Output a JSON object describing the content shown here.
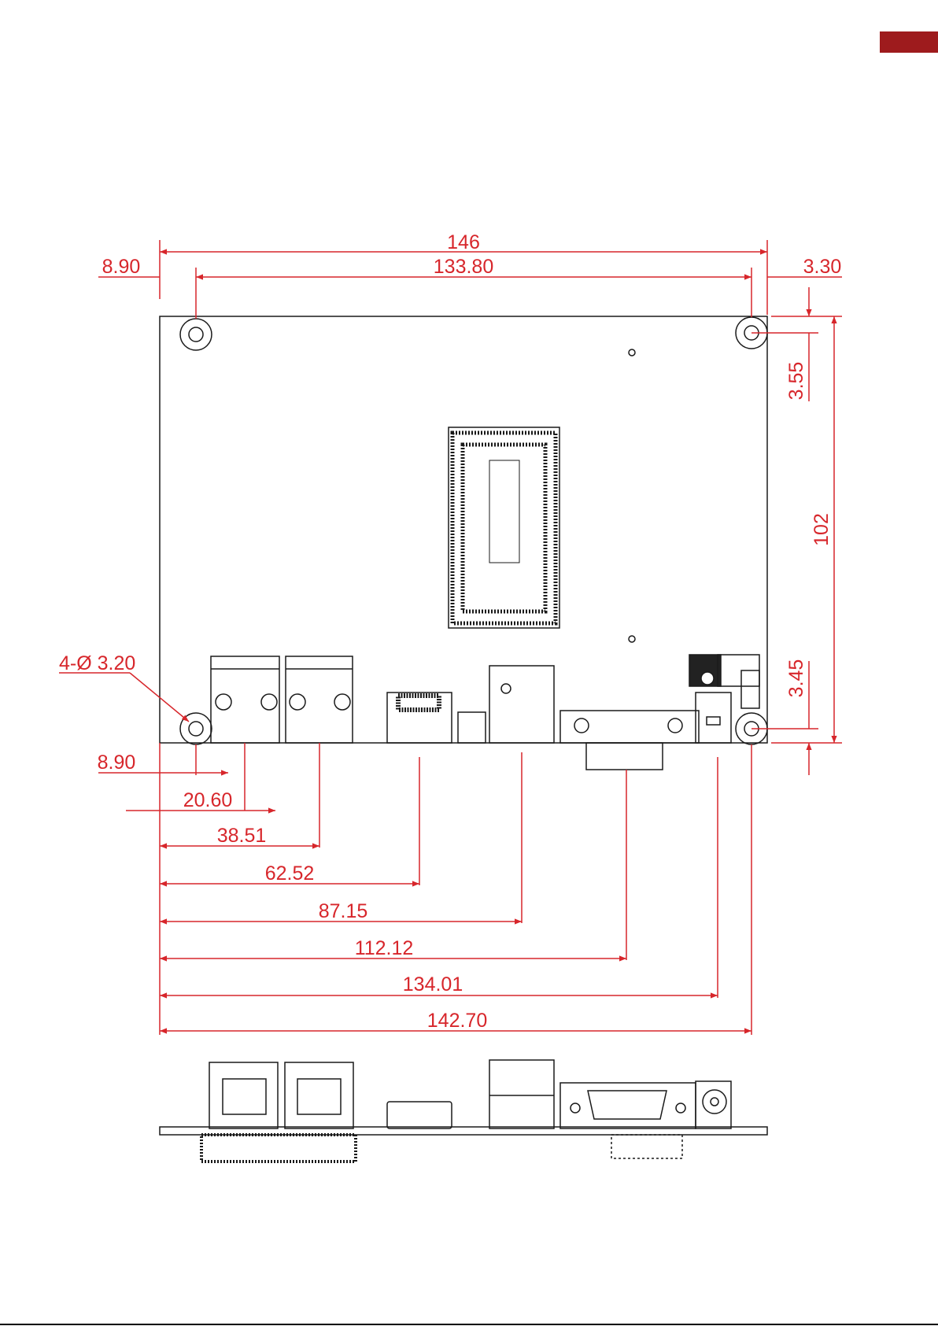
{
  "colors": {
    "dimension": "#d7262b",
    "outline": "#1a1a1a",
    "accent_tab": "#9e1b1d"
  },
  "dimensions": {
    "overall_width": "146",
    "hole_span": "133.80",
    "left_hole_offset_top": "8.90",
    "right_edge_offset": "3.30",
    "top_hole_offset": "3.55",
    "overall_height": "102",
    "bottom_hole_offset": "3.45",
    "hole_spec": "4-Ø 3.20",
    "io_offsets": [
      "8.90",
      "20.60",
      "38.51",
      "62.52",
      "87.15",
      "112.12",
      "134.01",
      "142.70"
    ]
  }
}
